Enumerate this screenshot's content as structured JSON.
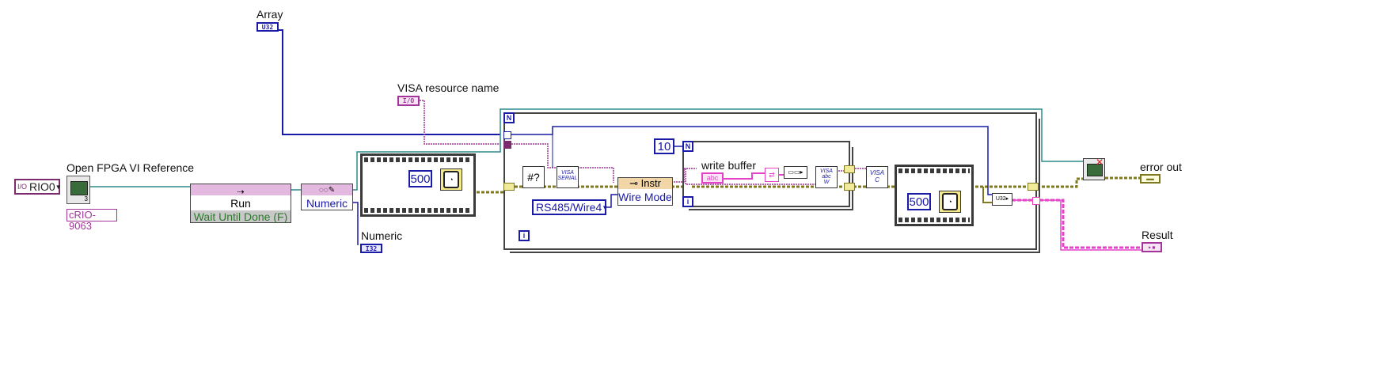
{
  "labels": {
    "array": "Array",
    "open_fpga": "Open FPGA VI Reference",
    "visa_resource": "VISA resource name",
    "numeric_out": "Numeric",
    "error_out": "error out",
    "result": "Result",
    "write_buffer": "write buffer"
  },
  "terminals": {
    "array_type": "U32",
    "visa_type": "I/O",
    "numeric_type": "I32",
    "rio_resource": "RIO0",
    "target": "cRIO-9063"
  },
  "invoke_method": {
    "method": "Run",
    "param": "Wait Until Done (F)"
  },
  "read_write_control": {
    "item": "Numeric"
  },
  "property_node": {
    "property": "Instr",
    "item": "Wire Mode"
  },
  "constants": {
    "wait_first": "500",
    "wait_second": "500",
    "inner_loop_count": "10",
    "wire_mode": "RS485/Wire4",
    "string_const": "abc"
  },
  "loop_terminals": {
    "count": "N",
    "iteration": "i"
  },
  "colors": {
    "u32_wire": "#1a1aa8",
    "refnum_wire": "#a3359a",
    "error_wire": "#807a1f",
    "string_wire": "#e642c8",
    "fpga_wire": "#2d8a8a"
  }
}
